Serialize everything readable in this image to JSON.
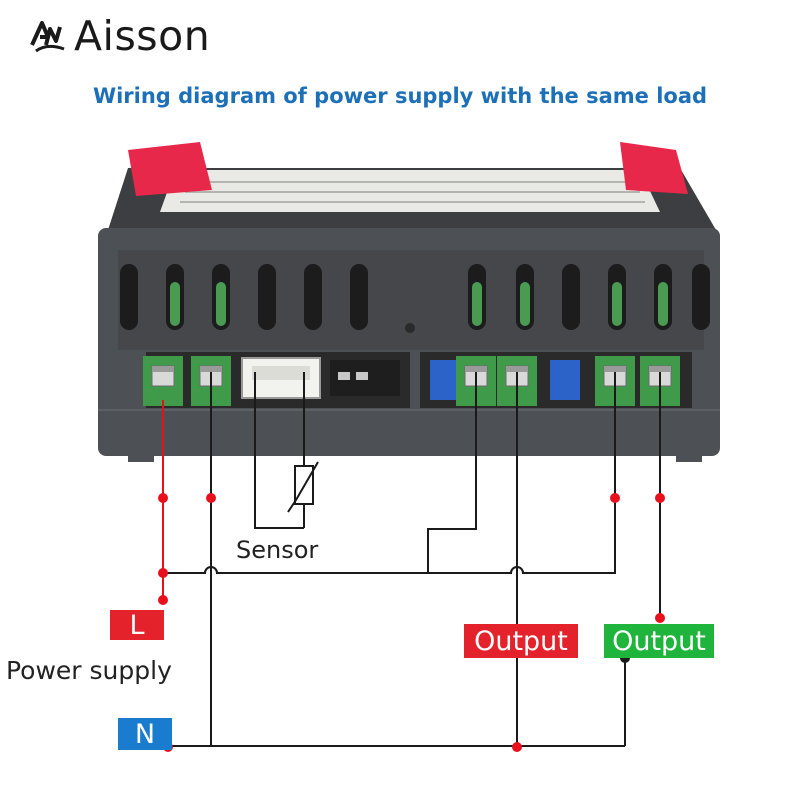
{
  "brand": {
    "name": "Aisson",
    "logo_icon": "aisson-logo-icon"
  },
  "title": "Wiring diagram of power supply with the same load",
  "labels": {
    "sensor": "Sensor",
    "power_supply": "Power supply",
    "live": "L",
    "neutral": "N",
    "output_1": "Output",
    "output_2": "Output"
  },
  "colors": {
    "title": "#1d70b8",
    "live_wire": "#e8101c",
    "tag_red": "#e3222b",
    "tag_green": "#1fb43c",
    "tag_blue": "#1a7ccf",
    "device_body": "#4d5054",
    "terminal_green": "#3f9a4a",
    "tab_pink": "#e8284a"
  }
}
